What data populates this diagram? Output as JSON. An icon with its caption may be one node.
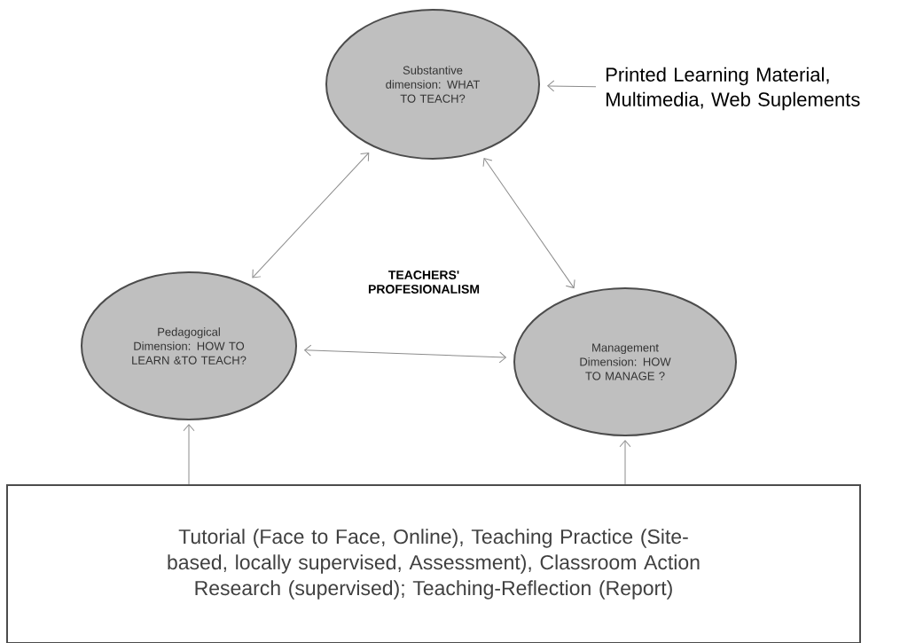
{
  "diagram": {
    "nodes": [
      {
        "text": [
          "Substantive dimension: WHAT TO TEACH?"
        ]
      },
      {
        "text": [
          "Printed Learning Material, Multimedia, Web Suplements"
        ]
      },
      {
        "text": [
          "Pedagogical Dimension: HOW TO LEARN &TO TEACH?"
        ]
      },
      {
        "text": [
          "Management Dimension: HOW TO MANAGE ?"
        ]
      },
      {
        "text": [
          "Tutorial (Face to Face, Online), Teaching Practice  (Site-based, locally supervised, Assessment), Classroom Action Research (supervised); Teaching-Reflection (Report)"
        ]
      }
    ],
    "edges": [
      {
        "from": 1,
        "to": 0,
        "arrow": "to"
      },
      {
        "from": 0,
        "to": 2,
        "arrow": "both"
      },
      {
        "from": 0,
        "to": 3,
        "arrow": "both"
      },
      {
        "from": 2,
        "to": 3,
        "arrow": "both"
      },
      {
        "from": 4,
        "to": 2,
        "arrow": "to"
      },
      {
        "from": 4,
        "to": 3,
        "arrow": "to"
      }
    ],
    "labels": [
      "TEACHERS' PROFESIONALISM"
    ]
  }
}
